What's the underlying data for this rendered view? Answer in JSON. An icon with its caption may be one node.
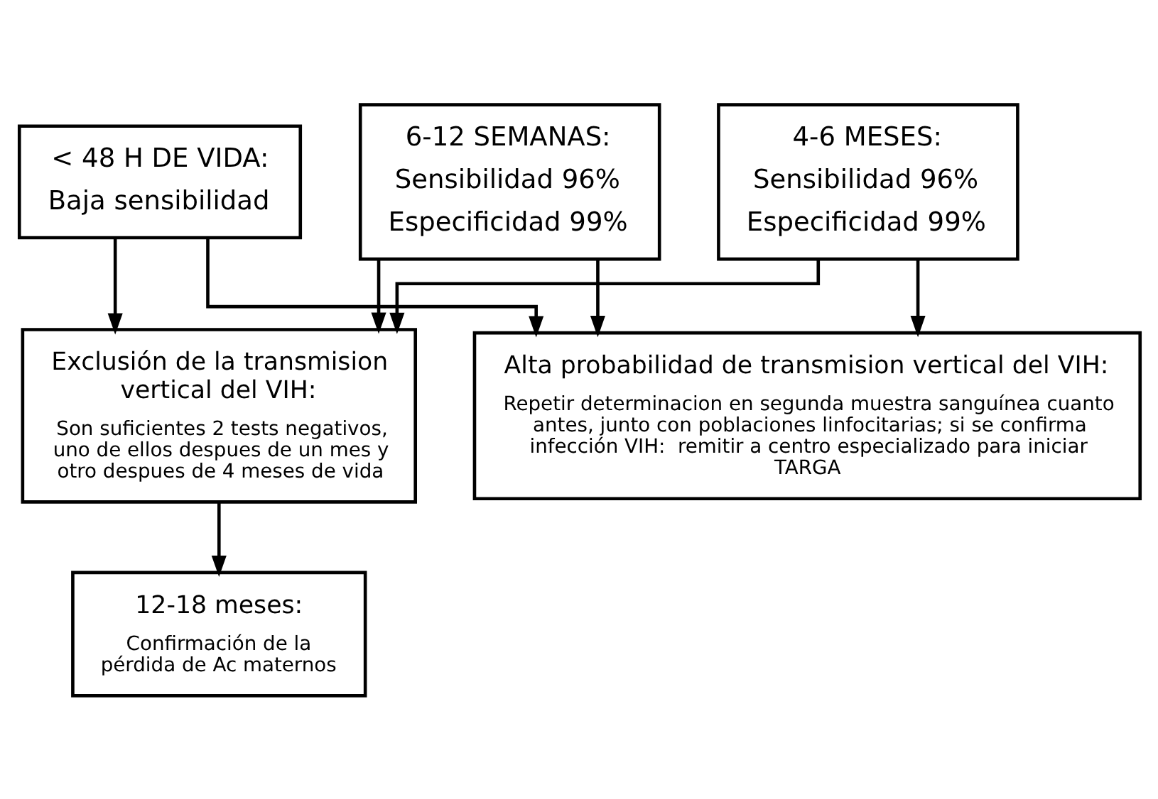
{
  "diagram": {
    "nodes": [
      {
        "text": [
          "< 48 H DE VIDA:",
          "Baja sensibilidad"
        ]
      },
      {
        "text": [
          "6-12 SEMANAS:",
          "Sensibilidad 96%",
          "Especificidad 99%"
        ]
      },
      {
        "text": [
          "4-6 MESES:",
          "Sensibilidad 96%",
          "Especificidad 99%"
        ]
      },
      {
        "text": [
          "Exclusión de la transmision vertical del VIH:",
          "Son suficientes 2 tests negativos, uno de ellos despues de un mes y otro despues de 4 meses de vida"
        ]
      },
      {
        "text": [
          "12-18 meses:",
          "Confirmación de la pérdida de Ac maternos"
        ]
      },
      {
        "text": [
          "Alta probabilidad de transmision vertical del VIH:",
          "Repetir determinacion en segunda muestra sanguínea cuanto antes, junto con poblaciones linfocitarias; si se confirma infección VIH:  remitir a centro especializado para iniciar TARGA"
        ]
      }
    ],
    "edges": [
      {
        "from": 0,
        "to": 5,
        "arrow": "to"
      },
      {
        "from": 1,
        "to": 5,
        "arrow": "to"
      },
      {
        "from": 2,
        "to": 5,
        "arrow": "to"
      },
      {
        "from": 0,
        "to": 3,
        "arrow": "to"
      },
      {
        "from": 1,
        "to": 3,
        "arrow": "to"
      },
      {
        "from": 2,
        "to": 3,
        "arrow": "to"
      },
      {
        "from": 3,
        "to": 4,
        "arrow": "to"
      }
    ]
  }
}
